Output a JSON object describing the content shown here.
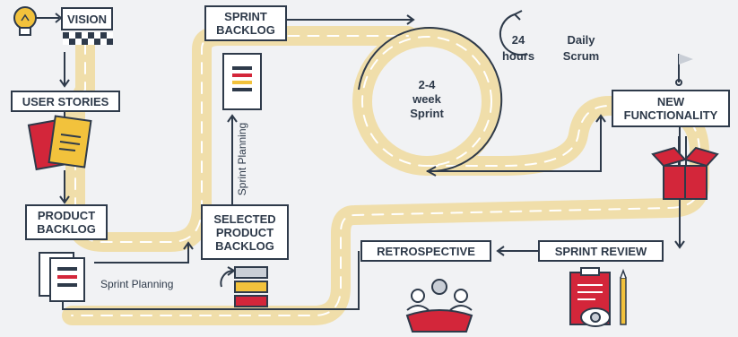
{
  "nodes": {
    "vision": "VISION",
    "user_stories": "USER STORIES",
    "product_backlog_1": "PRODUCT",
    "product_backlog_2": "BACKLOG",
    "selected_1": "SELECTED",
    "selected_2": "PRODUCT",
    "selected_3": "BACKLOG",
    "sprint_backlog_1": "SPRINT",
    "sprint_backlog_2": "BACKLOG",
    "new_func_1": "NEW",
    "new_func_2": "FUNCTIONALITY",
    "sprint_review": "SPRINT REVIEW",
    "retrospective": "RETROSPECTIVE"
  },
  "labels": {
    "sprint_planning_bottom": "Sprint Planning",
    "sprint_planning_vertical": "Sprint Planning",
    "sprint_1": "2-4",
    "sprint_2": "week",
    "sprint_3": "Sprint",
    "hours_1": "24",
    "hours_2": "hours",
    "scrum_1": "Daily",
    "scrum_2": "Scrum"
  },
  "colors": {
    "road": "#f0deaa",
    "ink": "#2e3a4a",
    "accent_red": "#d3263a",
    "accent_yellow": "#f2c23c",
    "background": "#f1f2f4"
  },
  "icons": [
    "lightbulb-icon",
    "checkered-flag-icon",
    "user-story-cards-icon",
    "backlog-documents-icon",
    "stacked-backlog-icon",
    "sprint-backlog-document-icon",
    "flag-icon",
    "gift-box-icon",
    "team-meeting-icon",
    "clipboard-review-icon"
  ]
}
